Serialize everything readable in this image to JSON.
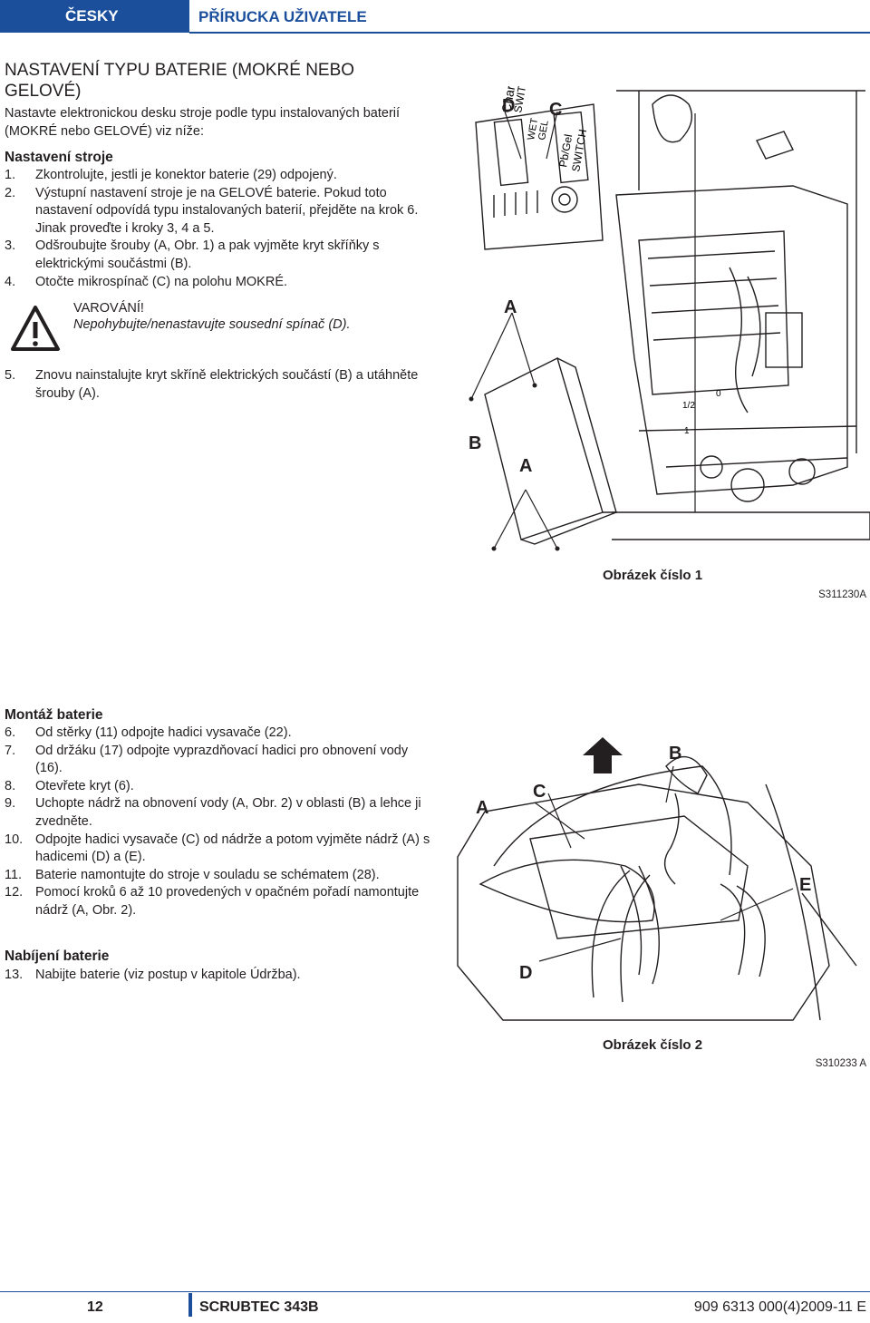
{
  "header": {
    "language": "ČESKY",
    "title": "PŘÍRUCKA UŽIVATELE"
  },
  "section1": {
    "title": "NASTAVENÍ TYPU BATERIE (MOKRÉ NEBO GELOVÉ)",
    "intro": "Nastavte elektronickou desku stroje podle typu instalovaných baterií (MOKRÉ nebo GELOVÉ) viz níže:",
    "subheading": "Nastavení stroje",
    "steps": [
      {
        "num": "1.",
        "text": "Zkontrolujte, jestli je konektor baterie (29) odpojený."
      },
      {
        "num": "2.",
        "text": "Výstupní nastavení stroje je na GELOVÉ baterie. Pokud toto nastavení odpovídá typu instalovaných baterií, přejděte na krok 6. Jinak proveďte i kroky 3, 4 a 5."
      },
      {
        "num": "3.",
        "text": "Odšroubujte šrouby (A, Obr. 1) a pak vyjměte kryt skříňky s elektrickými součástmi (B)."
      },
      {
        "num": "4.",
        "text": "Otočte mikrospínač (C) na polohu MOKRÉ."
      }
    ],
    "warning_title": "VAROVÁNÍ!",
    "warning_text": "Nepohybujte/nenastavujte sousední spínač (D).",
    "steps_after": [
      {
        "num": "5.",
        "text": "Znovu nainstalujte kryt skříně elektrických součástí (B) a utáhněte šrouby (A)."
      }
    ]
  },
  "section2": {
    "subheading": "Montáž baterie",
    "steps": [
      {
        "num": "6.",
        "text": "Od stěrky (11) odpojte hadici vysavače (22)."
      },
      {
        "num": "7.",
        "text": "Od držáku (17) odpojte vyprazdňovací hadici pro obnovení vody (16)."
      },
      {
        "num": "8.",
        "text": "Otevřete kryt (6)."
      },
      {
        "num": "9.",
        "text": "Uchopte nádrž na obnovení vody (A, Obr. 2) v oblasti (B) a lehce ji zvedněte."
      },
      {
        "num": "10.",
        "text": "Odpojte hadici vysavače (C) od nádrže a potom vyjměte nádrž (A) s hadicemi (D) a (E)."
      },
      {
        "num": "11.",
        "text": "Baterie namontujte do stroje v souladu se schématem (28)."
      },
      {
        "num": "12.",
        "text": "Pomocí kroků 6 až 10 provedených v opačném pořadí namontujte nádrž (A, Obr. 2)."
      }
    ]
  },
  "section3": {
    "subheading": "Nabíjení baterie",
    "steps": [
      {
        "num": "13.",
        "text": "Nabijte baterie (viz postup v kapitole Údržba)."
      }
    ]
  },
  "figure1": {
    "caption": "Obrázek číslo 1",
    "code": "S311230A",
    "labels": {
      "d": "D",
      "c": "C",
      "a1": "A",
      "b": "B",
      "a2": "A"
    },
    "board_text": [
      "Charger",
      "SWITCH",
      "WET",
      "GEL",
      "Pb/Gel",
      "SWITCH"
    ],
    "marks": [
      "1/2",
      "0",
      "1"
    ]
  },
  "figure2": {
    "caption": "Obrázek číslo 2",
    "code": "S310233 A",
    "labels": {
      "b": "B",
      "c": "C",
      "a": "A",
      "e": "E",
      "d": "D"
    }
  },
  "footer": {
    "page": "12",
    "model": "SCRUBTEC 343B",
    "doc": "909 6313 000(4)2009-11 E"
  },
  "colors": {
    "accent": "#1b4f9c",
    "text": "#231f20"
  }
}
